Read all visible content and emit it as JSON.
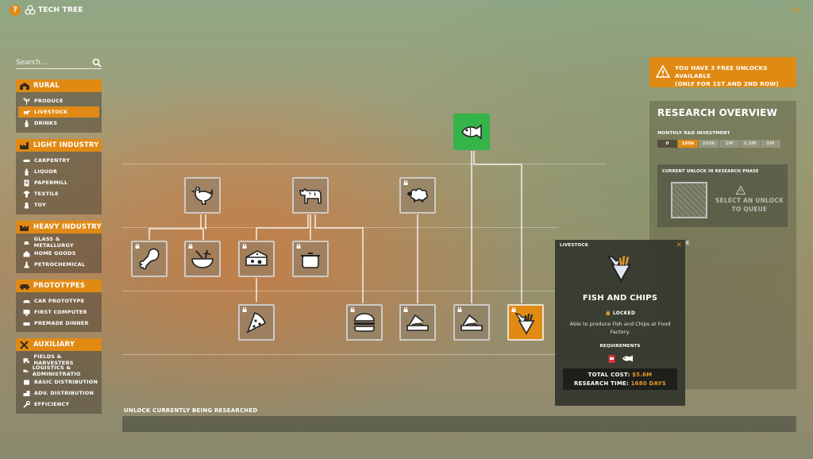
{
  "app": {
    "title": "TECH TREE",
    "help_label": "?",
    "close_label": "✕"
  },
  "search": {
    "placeholder": "Search..."
  },
  "sidebar": {
    "categories": [
      {
        "label": "RURAL",
        "icon": "barn-icon",
        "items": [
          "PRODUCE",
          "LIVESTOCK",
          "DRINKS"
        ],
        "selected": "LIVESTOCK"
      },
      {
        "label": "LIGHT INDUSTRY",
        "icon": "factory-icon",
        "items": [
          "CARPENTRY",
          "LIQUOR",
          "PAPERMILL",
          "TEXTILE",
          "TOY"
        ]
      },
      {
        "label": "HEAVY INDUSTRY",
        "icon": "heavy-factory-icon",
        "items": [
          "GLASS & METALLURGY",
          "HOME GOODS",
          "PETROCHEMICAL"
        ]
      },
      {
        "label": "PROTOTYPES",
        "icon": "car-icon",
        "items": [
          "CAR PROTOTYPE",
          "FIRST COMPUTER",
          "PREMADE DINNER"
        ]
      },
      {
        "label": "AUXILIARY",
        "icon": "tools-icon",
        "items": [
          "FIELDS & HARVESTERS",
          "LOGISTICS & ADMINISTRATIO",
          "BASIC DISTRIBUTION",
          "ADV. DISTRIBUTION",
          "EFFICIENCY"
        ]
      }
    ]
  },
  "tree": {
    "nodes": [
      {
        "id": "fish",
        "icon": "fish-icon",
        "state": "unlocked"
      },
      {
        "id": "chicken",
        "icon": "chicken-icon",
        "state": "available"
      },
      {
        "id": "cow",
        "icon": "cow-icon",
        "state": "available"
      },
      {
        "id": "sheep",
        "icon": "sheep-icon",
        "state": "locked"
      },
      {
        "id": "drumstick",
        "icon": "drumstick-icon",
        "state": "locked"
      },
      {
        "id": "soup",
        "icon": "soup-bowl-icon",
        "state": "locked"
      },
      {
        "id": "cheese",
        "icon": "cheese-icon",
        "state": "locked"
      },
      {
        "id": "pot",
        "icon": "cooking-pot-icon",
        "state": "locked"
      },
      {
        "id": "pizza",
        "icon": "pizza-slice-icon",
        "state": "locked"
      },
      {
        "id": "burger",
        "icon": "burger-icon",
        "state": "locked"
      },
      {
        "id": "tin1",
        "icon": "open-tin-icon",
        "state": "locked"
      },
      {
        "id": "tin2",
        "icon": "open-tin-icon",
        "state": "locked"
      },
      {
        "id": "fishchips",
        "icon": "fish-and-chips-icon",
        "state": "selected"
      }
    ]
  },
  "bottom": {
    "unlock_label": "UNLOCK CURRENTLY BEING RESEARCHED"
  },
  "notice": {
    "line1": "YOU HAVE 3 FREE UNLOCKS AVAILABLE",
    "line2": "(ONLY FOR 1ST AND 2ND ROW)"
  },
  "overview": {
    "title": "RESEARCH OVERVIEW",
    "investment_label": "MONTHLY R&D INVESTMENT",
    "investment_options": [
      "0",
      "100k",
      "250k",
      "1M",
      "2.5M",
      "5M"
    ],
    "investment_selected": "100k",
    "phase_label": "CURRENT UNLOCK IN RESEARCH PHASE",
    "phase_text": "SELECT AN UNLOCK TO QUEUE",
    "fragment": "UE"
  },
  "tooltip": {
    "category": "LIVESTOCK",
    "name": "FISH AND CHIPS",
    "status": "LOCKED",
    "description": "Able to produce Fish and Chips at Food Factory.",
    "requirements_label": "REQUIREMENTS",
    "requirements": [
      "oil-can-icon",
      "fish-icon"
    ],
    "cost_label": "TOTAL COST:",
    "cost_value": "$5.6M",
    "time_label": "RESEARCH TIME:",
    "time_value": "1680 DAYS"
  },
  "colors": {
    "accent": "#e08a14",
    "unlocked": "#35b44a",
    "panel": "#5f5f46"
  }
}
